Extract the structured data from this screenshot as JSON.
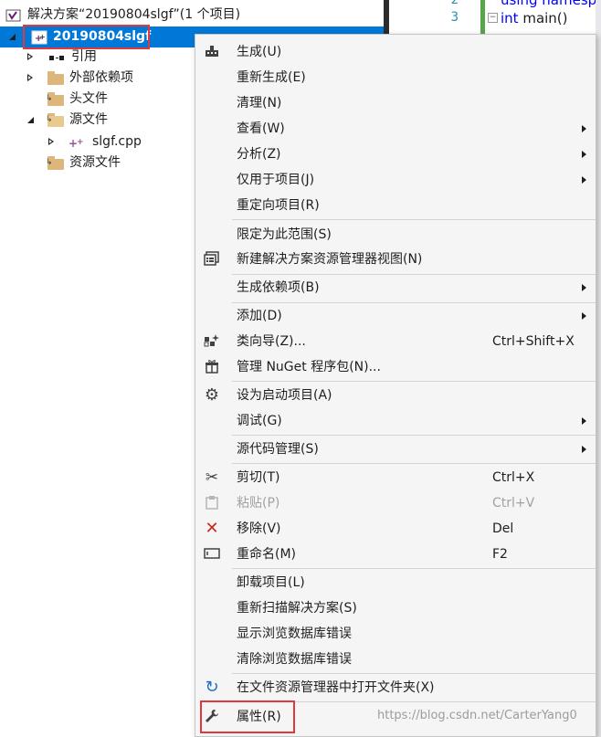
{
  "solution_explorer": {
    "solution_label": "解决方案“20190804slgf”(1 个项目)",
    "project_label": "20190804slgf",
    "items": [
      {
        "label": "引用"
      },
      {
        "label": "外部依赖项"
      },
      {
        "label": "头文件"
      },
      {
        "label": "源文件"
      },
      {
        "label": "slgf.cpp"
      },
      {
        "label": "资源文件"
      }
    ]
  },
  "editor": {
    "line_numbers": [
      "2",
      "3"
    ],
    "line2_text": "using namespa",
    "line3_keyword": "int",
    "line3_text": " main()"
  },
  "context_menu": {
    "items": {
      "build": {
        "label": "生成(U)"
      },
      "rebuild": {
        "label": "重新生成(E)"
      },
      "clean": {
        "label": "清理(N)"
      },
      "view": {
        "label": "查看(W)"
      },
      "analyze": {
        "label": "分析(Z)"
      },
      "project_only": {
        "label": "仅用于项目(J)"
      },
      "retarget": {
        "label": "重定向项目(R)"
      },
      "scope": {
        "label": "限定为此范围(S)"
      },
      "new_view": {
        "label": "新建解决方案资源管理器视图(N)"
      },
      "build_deps": {
        "label": "生成依赖项(B)"
      },
      "add": {
        "label": "添加(D)"
      },
      "class_wizard": {
        "label": "类向导(Z)...",
        "shortcut": "Ctrl+Shift+X"
      },
      "nuget": {
        "label": "管理 NuGet 程序包(N)..."
      },
      "startup": {
        "label": "设为启动项目(A)"
      },
      "debug": {
        "label": "调试(G)"
      },
      "source_control": {
        "label": "源代码管理(S)"
      },
      "cut": {
        "label": "剪切(T)",
        "shortcut": "Ctrl+X"
      },
      "paste": {
        "label": "粘贴(P)",
        "shortcut": "Ctrl+V"
      },
      "remove": {
        "label": "移除(V)",
        "shortcut": "Del"
      },
      "rename": {
        "label": "重命名(M)",
        "shortcut": "F2"
      },
      "unload": {
        "label": "卸载项目(L)"
      },
      "rescan": {
        "label": "重新扫描解决方案(S)"
      },
      "show_browse_errors": {
        "label": "显示浏览数据库错误"
      },
      "clear_browse_errors": {
        "label": "清除浏览数据库错误"
      },
      "open_folder": {
        "label": "在文件资源管理器中打开文件夹(X)"
      },
      "properties": {
        "label": "属性(R)"
      }
    }
  },
  "watermark": "https://blog.csdn.net/CarterYang0"
}
